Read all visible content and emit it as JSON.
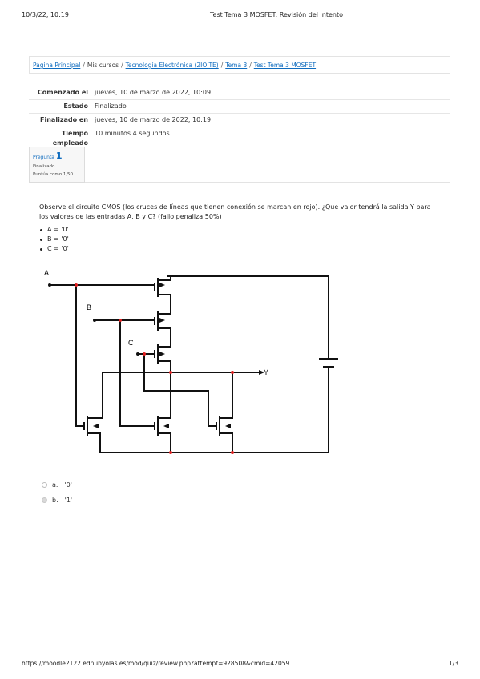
{
  "print_header": {
    "datetime": "10/3/22, 10:19",
    "title": "Test Tema 3 MOSFET: Revisión del intento"
  },
  "breadcrumb": [
    {
      "label": "Página Principal",
      "link": true
    },
    {
      "label": "Mis cursos",
      "link": false
    },
    {
      "label": "Tecnología Electrónica (2IOITE)",
      "link": true
    },
    {
      "label": "Tema 3",
      "link": true
    },
    {
      "label": "Test Tema 3 MOSFET",
      "link": true
    }
  ],
  "summary": [
    {
      "key": "Comenzado el",
      "value": "jueves, 10 de marzo de 2022, 10:09"
    },
    {
      "key": "Estado",
      "value": "Finalizado"
    },
    {
      "key": "Finalizado en",
      "value": "jueves, 10 de marzo de 2022, 10:19"
    },
    {
      "key": "Tiempo empleado",
      "value": "10 minutos 4 segundos"
    }
  ],
  "question": {
    "label": "Pregunta",
    "number": "1",
    "state": "Finalizado",
    "points": "Puntúa como 1,50",
    "text": "Observe el circuito CMOS (los cruces de líneas que tienen conexión se marcan en rojo). ¿Que valor tendrá la salida Y para los valores de las entradas A, B y C? (fallo penaliza 50%)",
    "inputs": [
      "A = '0'",
      "B = '0'",
      "C = '0'"
    ],
    "circuit_labels": {
      "a": "A",
      "b": "B",
      "c": "C",
      "y": "Y"
    },
    "options": [
      {
        "letter": "a.",
        "text": "'0'",
        "selected": false
      },
      {
        "letter": "b.",
        "text": "'1'",
        "selected": true
      }
    ]
  },
  "print_footer": {
    "url": "https://moodle2122.ednubyolas.es/mod/quiz/review.php?attempt=928508&cmid=42059",
    "page": "1/3"
  },
  "colors": {
    "link": "#0f6cbf",
    "junction": "#e02020"
  }
}
